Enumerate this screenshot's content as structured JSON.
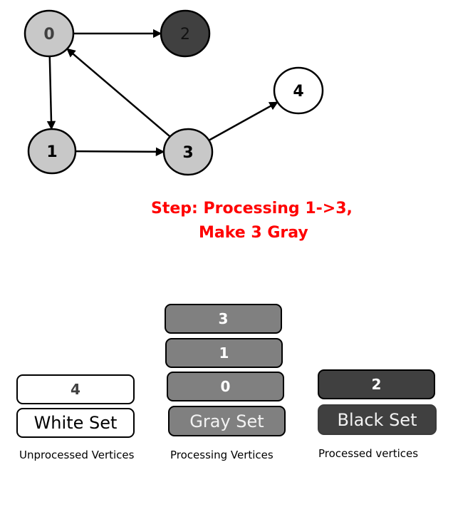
{
  "graph": {
    "nodes": [
      {
        "id": "0",
        "state": "gray"
      },
      {
        "id": "1",
        "state": "gray"
      },
      {
        "id": "2",
        "state": "black"
      },
      {
        "id": "3",
        "state": "gray"
      },
      {
        "id": "4",
        "state": "white"
      }
    ],
    "edges": [
      {
        "from": "0",
        "to": "2"
      },
      {
        "from": "0",
        "to": "1"
      },
      {
        "from": "1",
        "to": "3"
      },
      {
        "from": "3",
        "to": "0"
      },
      {
        "from": "3",
        "to": "4"
      }
    ]
  },
  "step": {
    "line1": "Step: Processing 1->3,",
    "line2": "Make 3 Gray",
    "color": "#ff0000"
  },
  "sets": {
    "white": {
      "name": "White Set",
      "items": [
        "4"
      ],
      "caption": "Unprocessed Vertices",
      "fill": "#ffffff"
    },
    "gray": {
      "name": "Gray Set",
      "items": [
        "3",
        "1",
        "0"
      ],
      "caption": "Processing Vertices",
      "fill": "#808080"
    },
    "black": {
      "name": "Black Set",
      "items": [
        "2"
      ],
      "caption": "Processed vertices",
      "fill": "#404040"
    }
  },
  "colors": {
    "white_node": "#ffffff",
    "gray_node": "#c8c8c8",
    "black_node": "#404040"
  }
}
